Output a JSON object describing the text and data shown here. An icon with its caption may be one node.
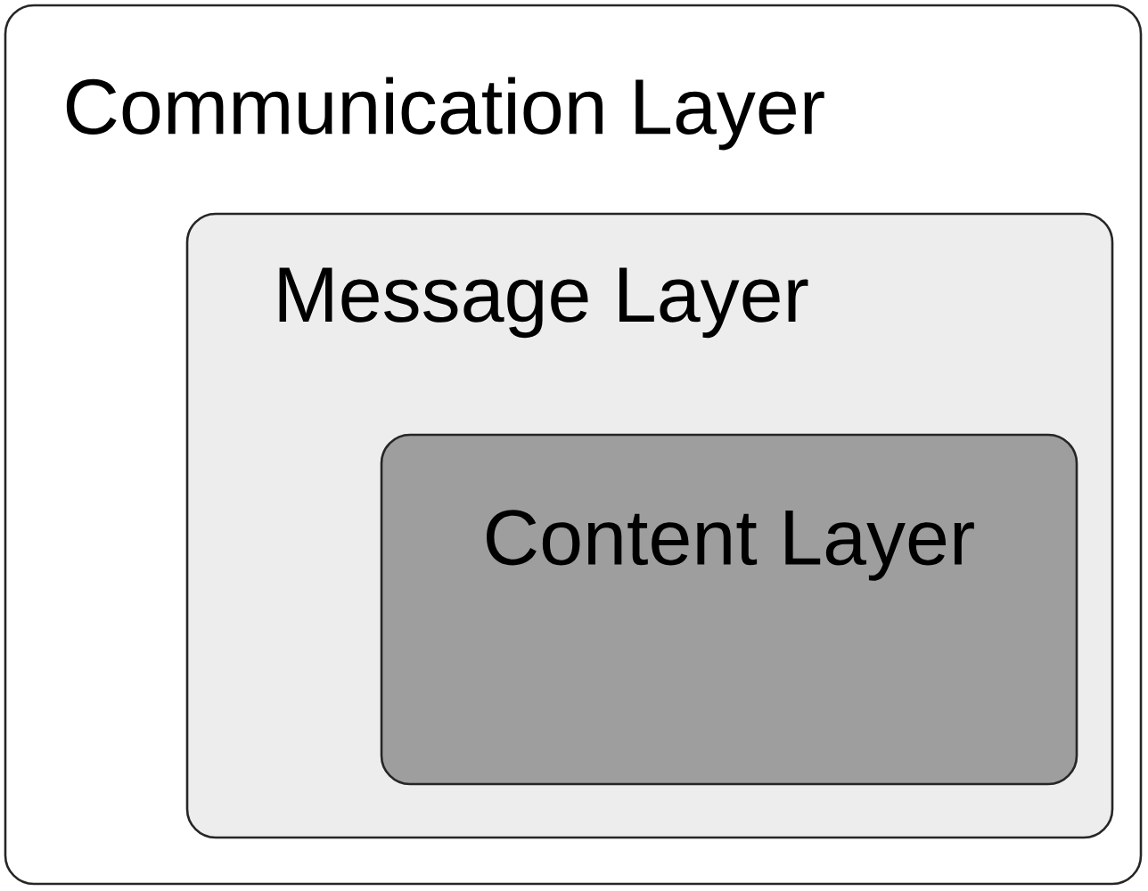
{
  "diagram": {
    "nodes": [
      {
        "text": [
          "Communication Layer"
        ]
      },
      {
        "text": [
          "Message Layer"
        ],
        "in": 0
      },
      {
        "text": [
          "Content Layer"
        ],
        "in": 1
      }
    ]
  }
}
